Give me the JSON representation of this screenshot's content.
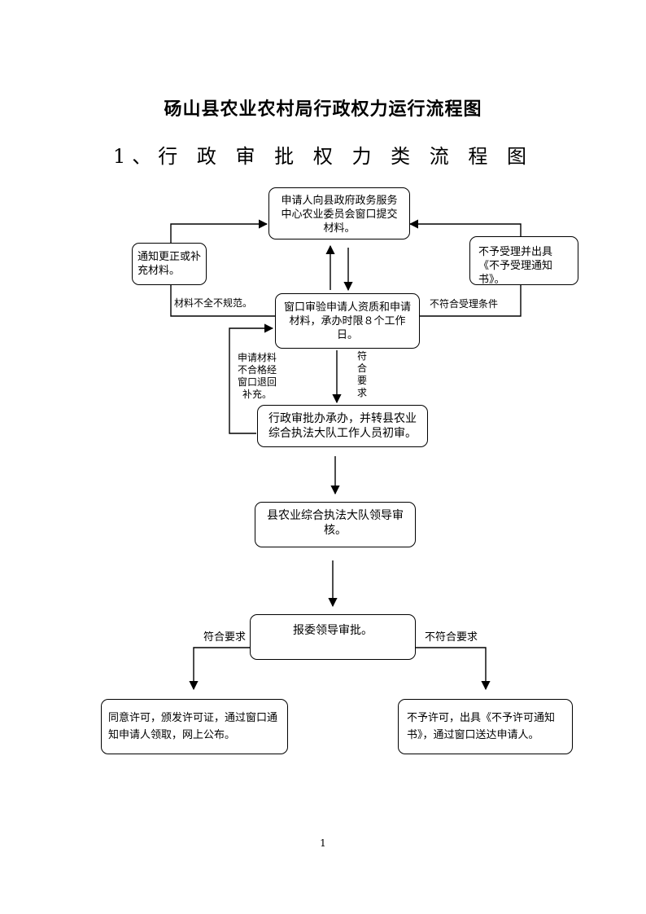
{
  "title": "砀山县农业农村局行政权力运行流程图",
  "subtitle": "1、行 政 审 批 权 力 类 流 程 图",
  "boxes": {
    "apply": "申请人向县政府政务服务中心农业委员会窗口提交材料。",
    "notify_correct": "通知更正或补充材料。",
    "reject_notice": "不予受理并出具《不予受理通知书》。",
    "window_review": "窗口审验申请人资质和申请材料，承办时限８个工作日。",
    "approval_office": "行政审批办承办，并转县农业综合执法大队工作人员初审。",
    "leader_review": "县农业综合执法大队领导审核。",
    "report_leader": "报委领导审批。",
    "approve": "同意许可，颁发许可证，通过窗口通知申请人领取，网上公布。",
    "deny": "不予许可，出具《不予许可通知书》，通过窗口送达申请人。"
  },
  "labels": {
    "materials_incomplete": "材料不全不规范。",
    "not_qualified": "不符合受理条件",
    "meets_requirements_vertical": "符合要求",
    "materials_returned": "申请材料不合格经窗口退回补充。",
    "meets": "符合要求",
    "not_meets": "不符合要求"
  },
  "page_number": "1"
}
